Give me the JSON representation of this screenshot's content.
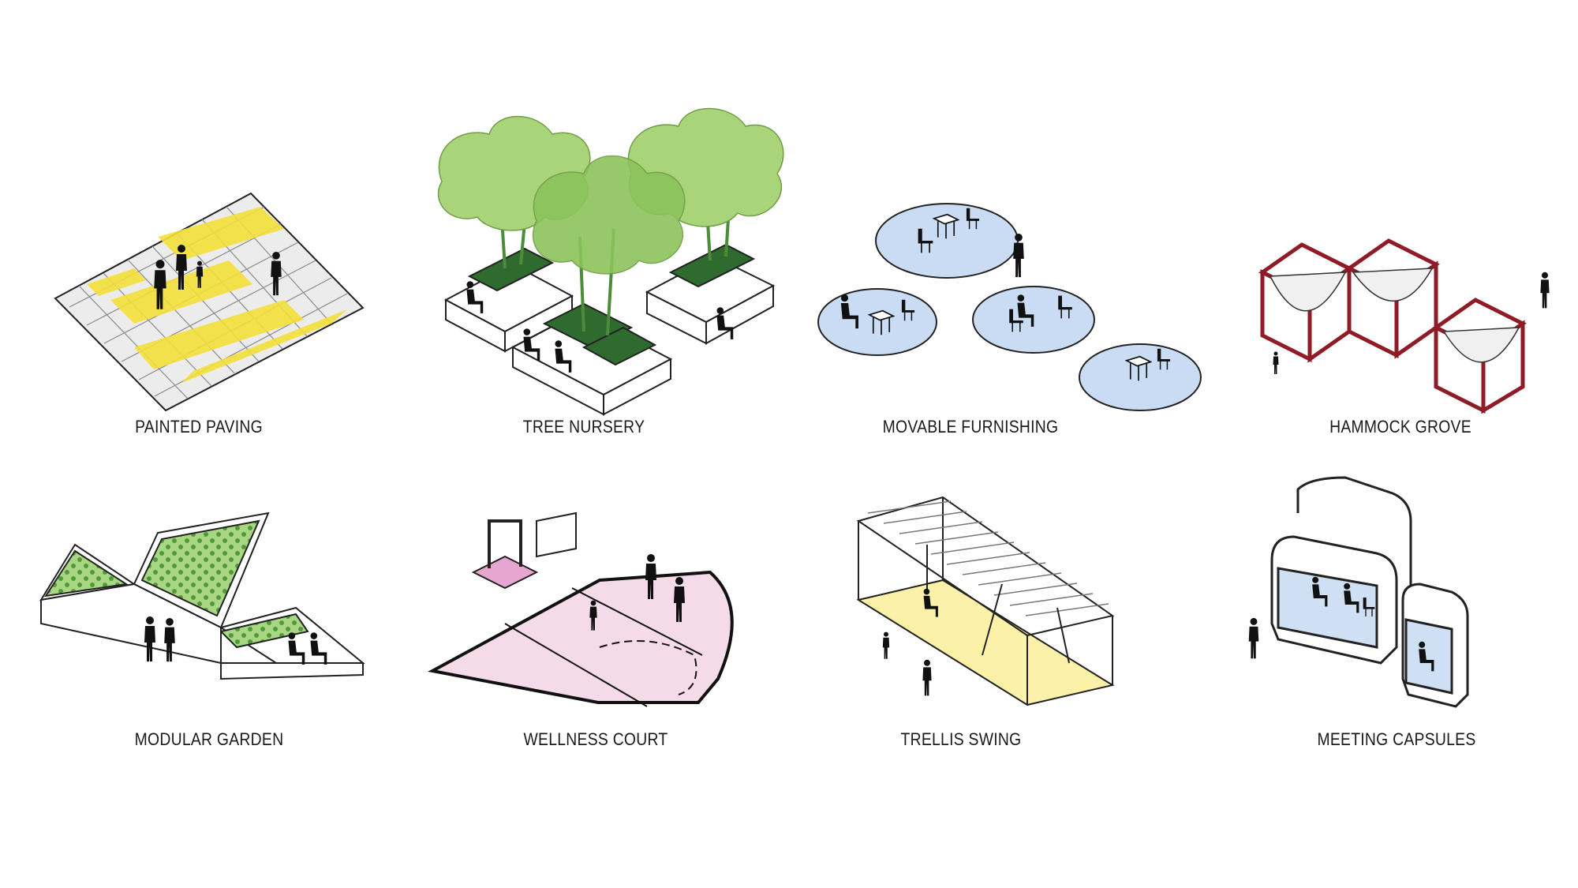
{
  "modules": [
    {
      "key": "painted-paving",
      "label": "PAINTED PAVING",
      "color": "#f3e03a"
    },
    {
      "key": "tree-nursery",
      "label": "TREE NURSERY",
      "color": "#9ccf68"
    },
    {
      "key": "movable-furnishing",
      "label": "MOVABLE FURNISHING",
      "color": "#c9dcf3"
    },
    {
      "key": "hammock-grove",
      "label": "HAMMOCK GROVE",
      "color": "#8e1b26"
    },
    {
      "key": "modular-garden",
      "label": "MODULAR GARDEN",
      "color": "#a8d682"
    },
    {
      "key": "wellness-court",
      "label": "WELLNESS COURT",
      "color": "#f5dbe8"
    },
    {
      "key": "trellis-swing",
      "label": "TRELLIS SWING",
      "color": "#fbf1a8"
    },
    {
      "key": "meeting-capsules",
      "label": "MEETING CAPSULES",
      "color": "#cfe0f4"
    }
  ]
}
